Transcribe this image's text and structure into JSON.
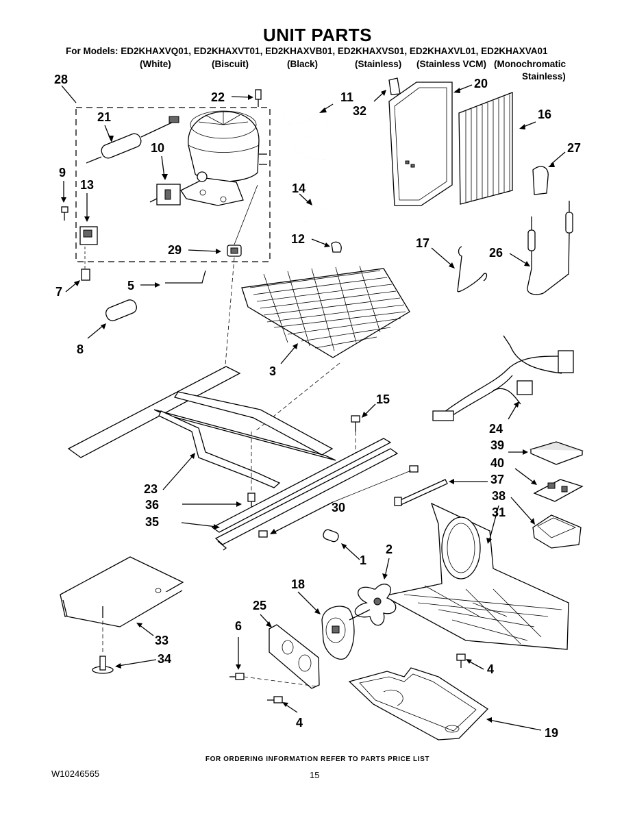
{
  "header": {
    "title": "UNIT PARTS",
    "models_line": "For Models: ED2KHAXVQ01, ED2KHAXVT01, ED2KHAXVB01, ED2KHAXVS01, ED2KHAXVL01, ED2KHAXVA01",
    "colors": [
      "(White)",
      "(Biscuit)",
      "(Black)",
      "(Stainless)",
      "(Stainless VCM)",
      "(Monochromatic",
      "Stainless)"
    ]
  },
  "callouts": {
    "c28": "28",
    "c22": "22",
    "c11": "11",
    "c32": "32",
    "c20": "20",
    "c16": "16",
    "c21": "21",
    "c10": "10",
    "c27": "27",
    "c9": "9",
    "c13": "13",
    "c14": "14",
    "c12": "12",
    "c17": "17",
    "c26": "26",
    "c29": "29",
    "c5": "5",
    "c7": "7",
    "c8": "8",
    "c3": "3",
    "c24": "24",
    "c15": "15",
    "c39": "39",
    "c40": "40",
    "c37": "37",
    "c38": "38",
    "c23": "23",
    "c36": "36",
    "c30": "30",
    "c31": "31",
    "c35": "35",
    "c1": "1",
    "c2": "2",
    "c18": "18",
    "c25": "25",
    "c33": "33",
    "c6": "6",
    "c34": "34",
    "c4a": "4",
    "c4b": "4",
    "c19": "19"
  },
  "footer": {
    "ordering_note": "FOR ORDERING INFORMATION REFER TO PARTS PRICE LIST",
    "doc_number": "W10246565",
    "page_number": "15"
  }
}
